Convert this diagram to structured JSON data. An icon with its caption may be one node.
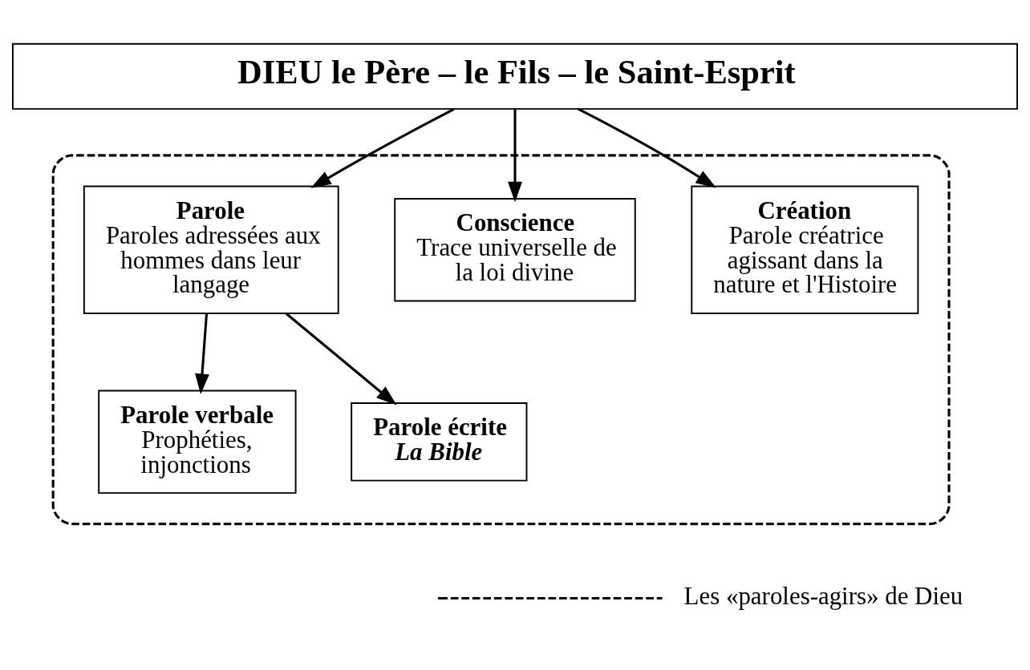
{
  "diagram": {
    "nodes": [
      {
        "text": [
          "DIEU le Père – le Fils – le Saint-Esprit"
        ]
      },
      {
        "text": [],
        "shape": "box"
      },
      {
        "text": [
          "Création",
          "Parole créatrice agissant dans la nature et l'Histoire"
        ],
        "in": 1
      },
      {
        "text": [
          "Conscience",
          "Trace universelle de la loi divine"
        ],
        "in": 1
      },
      {
        "text": [
          "Parole",
          "Paroles adressées aux hommes dans leur langage"
        ],
        "in": 1
      },
      {
        "text": [
          "Parole verbale",
          "Prophéties, injonctions"
        ],
        "in": 1
      },
      {
        "text": [
          "Parole écrite",
          "La Bible"
        ],
        "in": 1
      }
    ],
    "edges": [
      {
        "from": 0,
        "to": 2,
        "arrow": "to"
      },
      {
        "from": 0,
        "to": 3,
        "arrow": "to"
      },
      {
        "from": 0,
        "to": 4,
        "arrow": "to"
      },
      {
        "from": 4,
        "to": 5,
        "arrow": "to"
      },
      {
        "from": 4,
        "to": 6,
        "arrow": "to"
      }
    ],
    "legend": [
      {
        "text": "Les «paroles-agirs» de Dieu"
      }
    ]
  }
}
